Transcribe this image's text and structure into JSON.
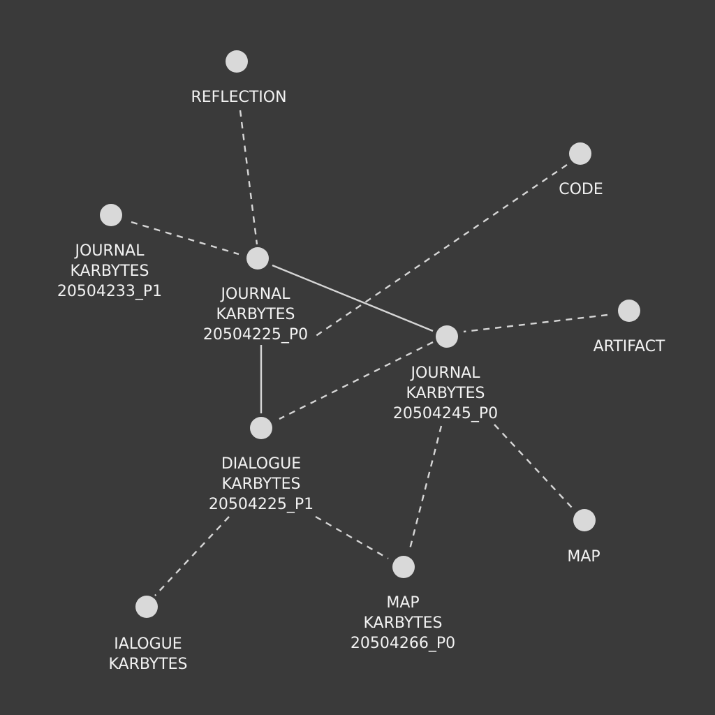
{
  "background": "#3a3a3a",
  "node_color": "#d9d9d9",
  "edge_color": "#d6d6d6",
  "text_color": "#f2f2f2",
  "nodes": [
    {
      "id": "reflection",
      "lines": [
        "REFLECTION"
      ]
    },
    {
      "id": "code",
      "lines": [
        "CODE"
      ]
    },
    {
      "id": "journal-20504233-p1",
      "lines": [
        "JOURNAL",
        "KARBYTES",
        "20504233_P1"
      ]
    },
    {
      "id": "journal-20504225-p0",
      "lines": [
        "JOURNAL",
        "KARBYTES",
        "20504225_P0"
      ]
    },
    {
      "id": "artifact",
      "lines": [
        "ARTIFACT"
      ]
    },
    {
      "id": "journal-20504245-p0",
      "lines": [
        "JOURNAL",
        "KARBYTES",
        "20504245_P0"
      ]
    },
    {
      "id": "dialogue-20504225-p1",
      "lines": [
        "DIALOGUE",
        "KARBYTES",
        "20504225_P1"
      ]
    },
    {
      "id": "map",
      "lines": [
        "MAP"
      ]
    },
    {
      "id": "map-20504266-p0",
      "lines": [
        "MAP",
        "KARBYTES",
        "20504266_P0"
      ]
    },
    {
      "id": "ialogue-karbytes",
      "lines": [
        "IALOGUE",
        "KARBYTES"
      ]
    }
  ],
  "edges": [
    {
      "from": "reflection",
      "to": "journal-20504225-p0",
      "style": "dashed"
    },
    {
      "from": "journal-20504233-p1",
      "to": "journal-20504225-p0",
      "style": "dashed"
    },
    {
      "from": "code",
      "to": "journal-20504225-p0",
      "style": "dashed"
    },
    {
      "from": "journal-20504225-p0",
      "to": "journal-20504245-p0",
      "style": "solid"
    },
    {
      "from": "journal-20504225-p0",
      "to": "dialogue-20504225-p1",
      "style": "solid"
    },
    {
      "from": "artifact",
      "to": "journal-20504245-p0",
      "style": "dashed"
    },
    {
      "from": "journal-20504245-p0",
      "to": "dialogue-20504225-p1",
      "style": "dashed"
    },
    {
      "from": "journal-20504245-p0",
      "to": "map",
      "style": "dashed"
    },
    {
      "from": "journal-20504245-p0",
      "to": "map-20504266-p0",
      "style": "dashed"
    },
    {
      "from": "dialogue-20504225-p1",
      "to": "map-20504266-p0",
      "style": "dashed"
    },
    {
      "from": "dialogue-20504225-p1",
      "to": "ialogue-karbytes",
      "style": "dashed"
    }
  ]
}
